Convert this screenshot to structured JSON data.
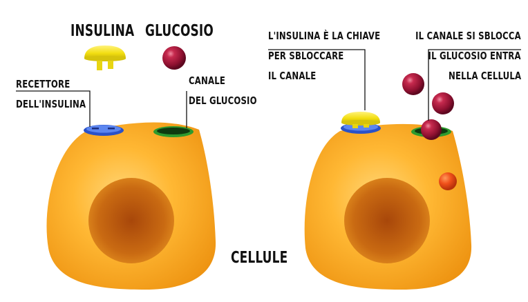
{
  "legend": {
    "insulin": "INSULINA",
    "glucose": "GLUCOSIO"
  },
  "labels": {
    "receptor_line1": "RECETTORE",
    "receptor_line2": "DELL'INSULINA",
    "channel_line1": "CANALE",
    "channel_line2": "DEL GLUCOSIO",
    "key_line1": "L'INSULINA È LA CHIAVE",
    "key_line2": "PER SBLOCCARE",
    "key_line3": "IL CANALE",
    "unlock_line1": "IL CANALE SI SBLOCCA",
    "unlock_line2": "IL GLUCOSIO ENTRA",
    "unlock_line3": "NELLA CELLULA",
    "cells": "CELLULE"
  },
  "colors": {
    "cell_light": "#FFC14A",
    "cell_mid": "#F6A623",
    "cell_dark": "#E08A0E",
    "nucleus": "#B8520A",
    "insulin": "#F4E21C",
    "glucose": "#A8183A",
    "receptor": "#2E5BD8",
    "channel": "#1E7A22"
  }
}
